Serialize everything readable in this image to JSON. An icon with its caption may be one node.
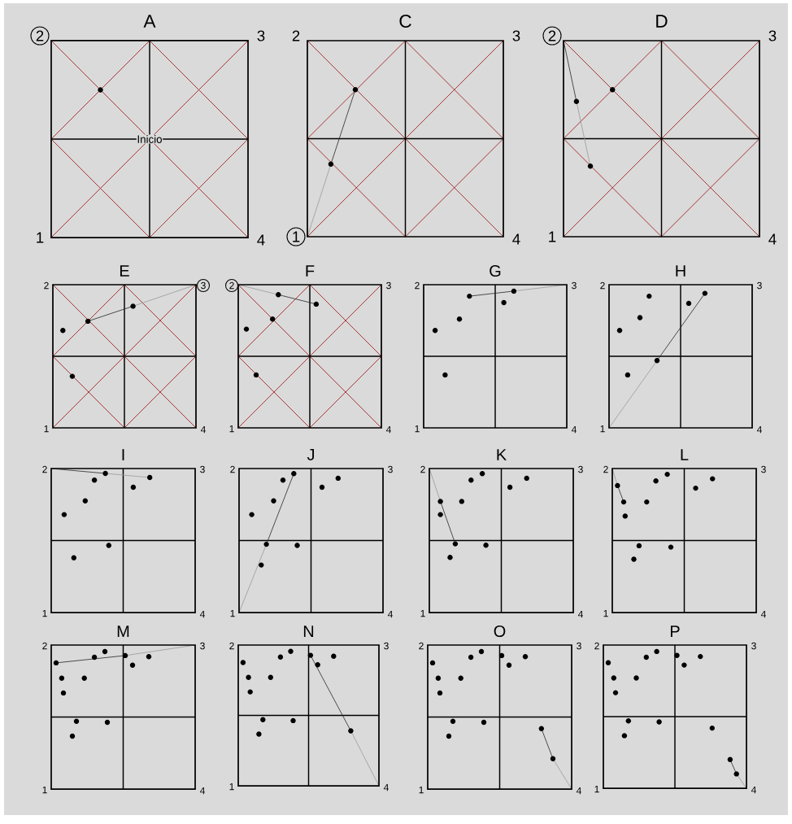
{
  "diagram": {
    "nodes": [
      {
        "text": [
          "A",
          "Inicio"
        ],
        "beside": [
          "2",
          "3",
          "1",
          "4"
        ]
      },
      {
        "text": [
          "C"
        ],
        "beside": [
          "2",
          "3",
          "1",
          "4"
        ]
      },
      {
        "text": [
          "D"
        ],
        "beside": [
          "2",
          "3",
          "1",
          "4"
        ]
      },
      {
        "text": [
          "E"
        ],
        "beside": [
          "2",
          "3",
          "1",
          "4"
        ]
      },
      {
        "text": [
          "F"
        ],
        "beside": [
          "2",
          "3",
          "1",
          "4"
        ]
      },
      {
        "text": [
          "G"
        ],
        "beside": [
          "2",
          "3",
          "1",
          "4"
        ]
      },
      {
        "text": [
          "H"
        ],
        "beside": [
          "2",
          "3",
          "1",
          "4"
        ]
      },
      {
        "text": [
          "I"
        ],
        "beside": [
          "2",
          "3",
          "1",
          "4"
        ]
      },
      {
        "text": [
          "J"
        ],
        "beside": [
          "2",
          "3",
          "1",
          "4"
        ]
      },
      {
        "text": [
          "K"
        ],
        "beside": [
          "2",
          "3",
          "1",
          "4"
        ]
      },
      {
        "text": [
          "L"
        ],
        "beside": [
          "2",
          "3",
          "1",
          "4"
        ]
      },
      {
        "text": [
          "M"
        ],
        "beside": [
          "2",
          "3",
          "1",
          "4"
        ]
      },
      {
        "text": [
          "N"
        ],
        "beside": [
          "2",
          "3",
          "1",
          "4"
        ]
      },
      {
        "text": [
          "O"
        ],
        "beside": [
          "2",
          "3",
          "1",
          "4"
        ]
      },
      {
        "text": [
          "P"
        ],
        "beside": [
          "2",
          "3",
          "1",
          "4"
        ]
      }
    ]
  }
}
